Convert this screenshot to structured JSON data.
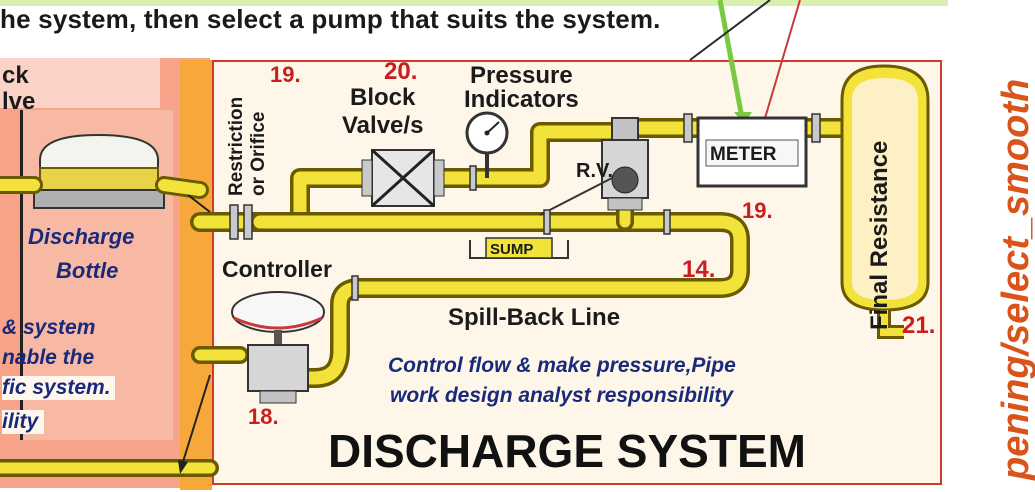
{
  "headline": "he system, then select a pump that suits the system.",
  "side_caption": "pening/select_smooth",
  "left": {
    "block_valve_a": "ck",
    "block_valve_b": "lve",
    "discharge_bottle_1": "Discharge",
    "discharge_bottle_2": "Bottle",
    "note_1": "& system",
    "note_2": "nable the",
    "note_3": "fic system.",
    "note_4": "ility"
  },
  "labels": {
    "restriction": "Restriction",
    "orifice": "or Orifice",
    "n19a": "19.",
    "n20": "20.",
    "block_valves_1": "Block",
    "block_valves_2": "Valve/s",
    "pressure_1": "Pressure",
    "pressure_2": "Indicators",
    "meter": "METER",
    "rv": "R.V.",
    "n19b": "19.",
    "sump": "SUMP",
    "n14": "14.",
    "controller": "Controller",
    "spill_back": "Spill-Back Line",
    "final_resistance": "Final Resistance",
    "n21": "21.",
    "n18": "18.",
    "desc_1": "Control flow & make pressure,Pipe",
    "desc_2": "work design analyst responsibility",
    "title": "DISCHARGE SYSTEM"
  },
  "colors": {
    "pipe": "#f2e23a",
    "pipe_edge": "#7a6a00",
    "panel_border": "#d03a2a",
    "accent_green": "#7ac943"
  }
}
